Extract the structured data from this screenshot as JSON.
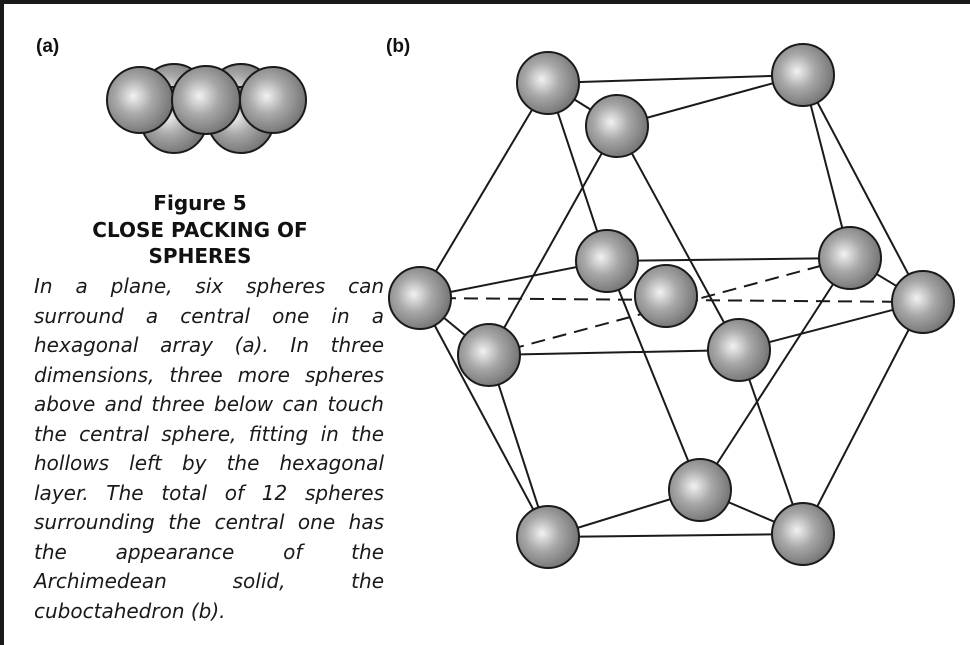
{
  "panel_a": {
    "label": "(a)"
  },
  "panel_b": {
    "label": "(b)"
  },
  "caption": {
    "figure_number": "Figure 5",
    "title": "CLOSE PACKING OF SPHERES",
    "body": "In a plane, six spheres can surround a central one in a hexagonal array (a). In three dimensions, three more spheres above and three below can touch the central sphere, fitting in the hollows left by the hexagonal layer. The total of 12 spheres surrounding the central one has the appearance of the Archimedean solid, the cuboctahedron (b)."
  },
  "colors": {
    "sphere_highlight": "#f2f2f2",
    "sphere_mid": "#a8a8a8",
    "sphere_edge": "#6e6e6e",
    "sphere_outline": "#1a1a1a",
    "line": "#1a1a1a"
  }
}
